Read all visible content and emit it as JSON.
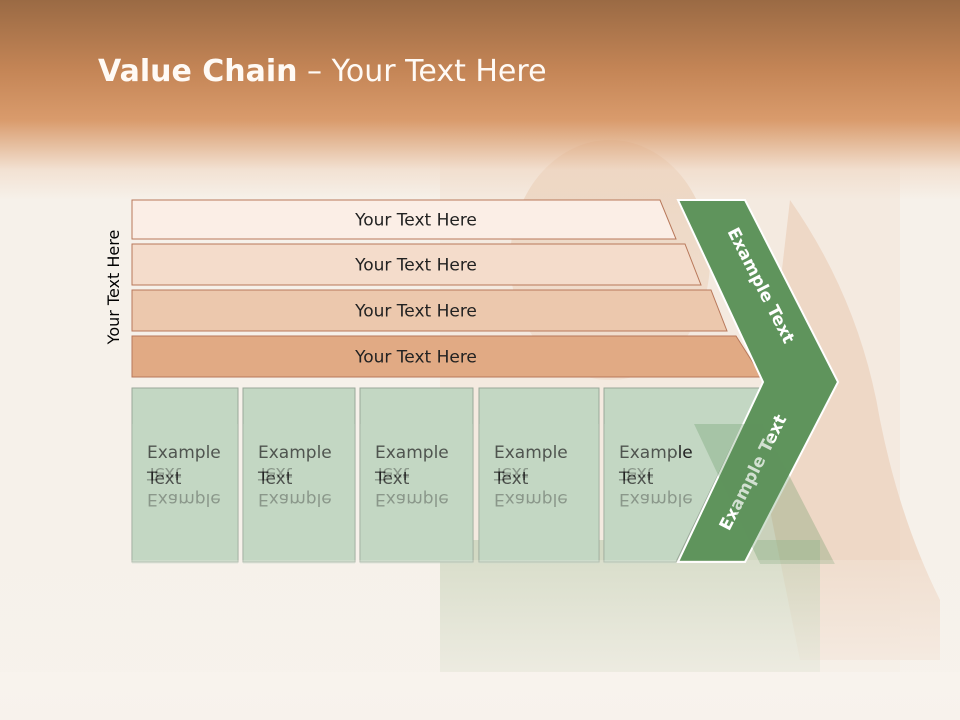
{
  "slide": {
    "title_bold": "Value Chain",
    "title_rest": " – Your Text Here",
    "side_label": "Your Text Here"
  },
  "rows": [
    {
      "label": "Your Text Here"
    },
    {
      "label": "Your Text Here"
    },
    {
      "label": "Your Text Here"
    },
    {
      "label": "Your Text Here"
    }
  ],
  "cells": [
    {
      "line1": "Example",
      "line2": "Text"
    },
    {
      "line1": "Example",
      "line2": "Text"
    },
    {
      "line1": "Example",
      "line2": "Text"
    },
    {
      "line1": "Example",
      "line2": "Text"
    },
    {
      "line1": "Example",
      "line2": "Text"
    }
  ],
  "chevron": {
    "upper": "Example Text",
    "lower": "Example Text"
  },
  "colors": {
    "row_fills": [
      "#fbeee6",
      "#f4dccb",
      "#ecc8ad",
      "#e1aa84"
    ],
    "row_stroke": "#b8785a",
    "cell_fill": "#c3d7c3",
    "cell_stroke": "#9aa89a",
    "chevron_fill": "#5f945c",
    "header": "#c48556"
  }
}
